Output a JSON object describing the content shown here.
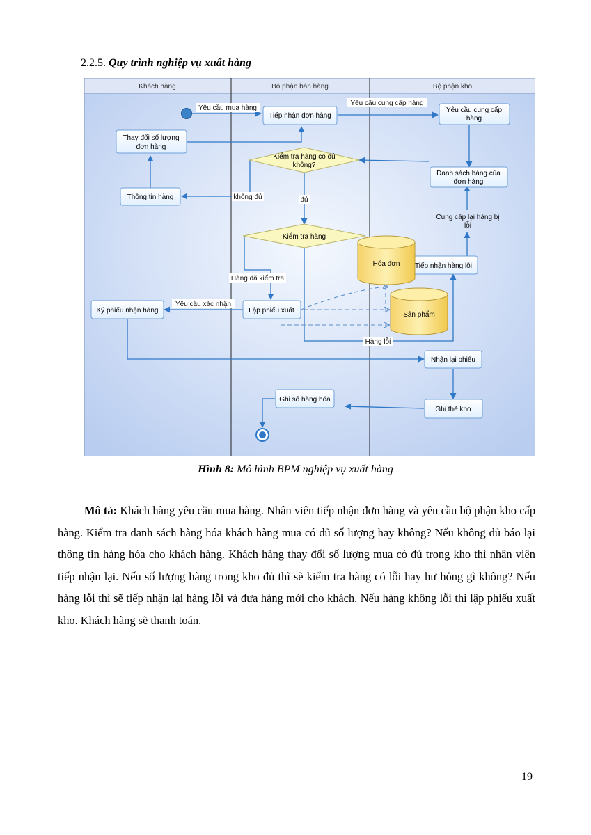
{
  "section": {
    "number": "2.2.5.",
    "title": "Quy trình nghiệp vụ xuất hàng"
  },
  "diagram": {
    "lanes": [
      "Khách hàng",
      "Bộ phận bán hàng",
      "Bộ phận kho"
    ],
    "nodes": {
      "tiep_nhan_don": "Tiếp nhận đơn hàng",
      "yeu_cau_cap_1": "Yêu cầu cung cấp",
      "yeu_cau_cap_2": "hàng",
      "thay_doi_1": "Thay đổi số lượng",
      "thay_doi_2": "đơn hàng",
      "kiem_tra_du_1": "Kiểm tra hàng có đủ",
      "kiem_tra_du_2": "không?",
      "danh_sach_1": "Danh sách hàng của",
      "danh_sach_2": "đơn hàng",
      "thong_tin": "Thông tin hàng",
      "kiem_tra_hang": "Kiểm tra hàng",
      "hoa_don": "Hóa đơn",
      "tiep_nhan_loi": "Tiếp nhận hàng lỗi",
      "san_pham": "Sản phẩm",
      "ky_phieu": "Ký phiếu nhận hàng",
      "lap_phieu": "Lập phiếu xuất",
      "nhan_lai": "Nhận lại phiếu",
      "ghi_so": "Ghi số hàng hóa",
      "ghi_the": "Ghi thẻ kho"
    },
    "edges": {
      "yc_mua": "Yêu cầu mua hàng",
      "yc_cung_cap": "Yêu cầu cung cấp hàng",
      "khong_du": "không đủ",
      "du": "đủ",
      "cung_cap_lai_1": "Cung cấp lại hàng bị",
      "cung_cap_lai_2": "lỗi",
      "da_kiem_tra": "Hàng đã kiểm tra",
      "yc_xac_nhan": "Yêu cầu xác nhận",
      "hang_loi": "Hàng lỗi"
    }
  },
  "caption": {
    "label": "Hình 8:",
    "text": "Mô hình BPM nghiệp vụ xuất hàng"
  },
  "description": {
    "label": "Mô tả:",
    "text": "Khách hàng yêu cầu mua hàng. Nhân viên tiếp nhận đơn hàng và yêu cầu bộ phận kho cấp hàng. Kiểm tra danh sách hàng hóa khách hàng mua có đủ số lượng hay không? Nếu không đủ báo lại thông tin hàng hóa cho khách hàng. Khách hàng thay đổi số lượng mua có đủ trong kho thì nhân viên tiếp nhận lại. Nếu số lượng hàng trong kho đủ thì sẽ kiểm tra hàng có lỗi hay hư hỏng gì không? Nếu hàng lỗi thì sẽ tiếp nhận lại hàng lỗi và đưa hàng mới cho khách. Nếu hàng không lỗi thì lập phiếu xuất kho. Khách hàng sẽ thanh toán."
  },
  "page_number": "19",
  "colors": {
    "lane_bg": "#c9d8f4",
    "task_fill": "#eef6ff",
    "task_stroke": "#6fa0d8",
    "decision_fill": "#fbf7c0",
    "db_fill": "#fbe28a",
    "flow": "#2f78c8"
  }
}
